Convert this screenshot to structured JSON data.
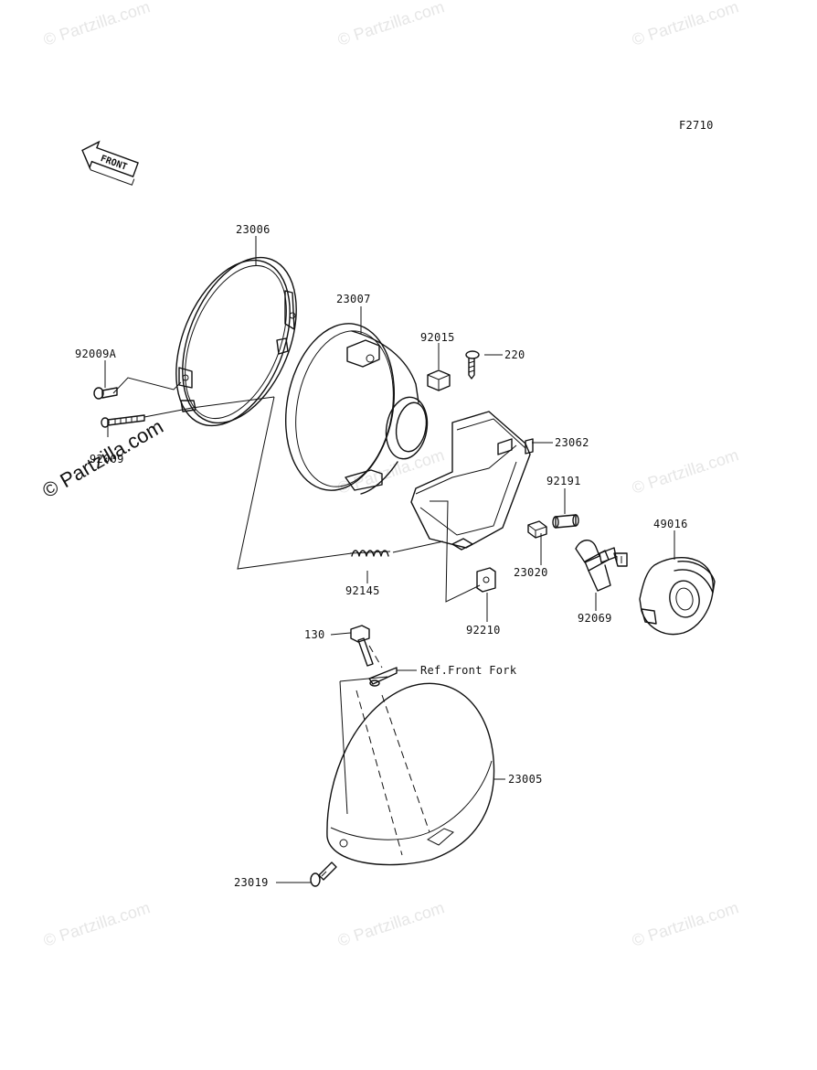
{
  "diagram_code": "F2710",
  "front_arrow_label": "FRONT",
  "watermarks": {
    "small": "© Partzilla.com",
    "large": "© Partzilla.com"
  },
  "parts": {
    "p23006": "23006",
    "p23007": "23007",
    "p92015": "92015",
    "p220": "220",
    "p92009A": "92009A",
    "p92009": "92009",
    "p23062": "23062",
    "p92191": "92191",
    "p49016": "49016",
    "p23020": "23020",
    "p92145": "92145",
    "p92210": "92210",
    "p92069": "92069",
    "p130": "130",
    "ref_front_fork": "Ref.Front Fork",
    "p23005": "23005",
    "p23019": "23019"
  }
}
